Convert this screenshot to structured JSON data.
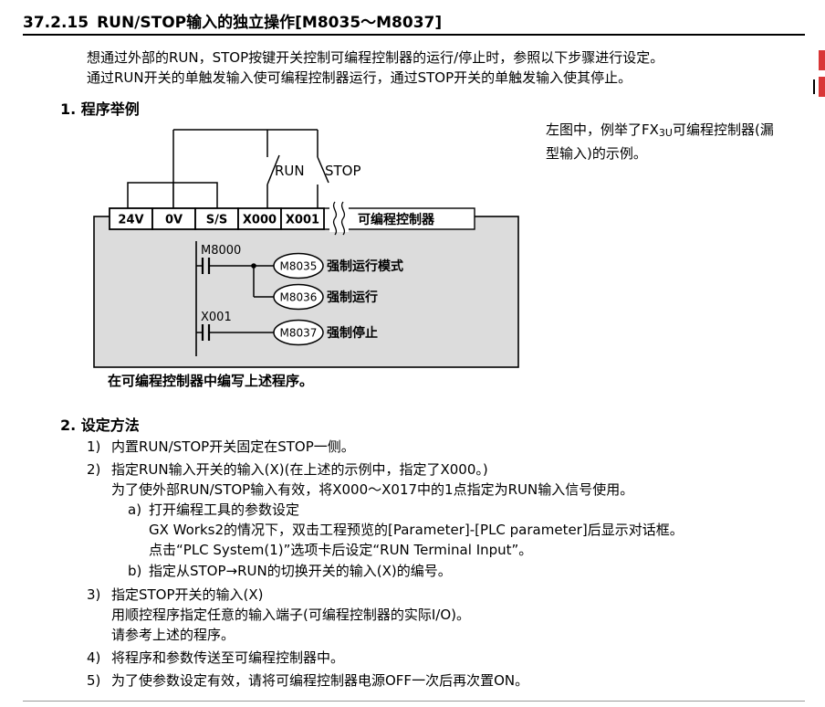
{
  "doc": {
    "section_no": "37.2.15",
    "section_title": "RUN/STOP输入的独立操作[M8035～M8037]",
    "intro": {
      "line1": "想通过外部的RUN，STOP按键开关控制可编程控制器的运行/停止时，参照以下步骤进行设定。",
      "line2": "通过RUN开关的单触发输入使可编程控制器运行，通过STOP开关的单触发输入使其停止。"
    }
  },
  "example": {
    "heading": "1. 程序举例",
    "note_pre": "左图中，例举了FX",
    "note_sub": "3U",
    "note_post": "可编程控制器(漏",
    "note_line2": "型输入)的示例。",
    "caption": "在可编程控制器中编写上述程序。"
  },
  "diagram": {
    "run_label": "RUN",
    "stop_label": "STOP",
    "terminals": [
      "24V",
      "0V",
      "S/S",
      "X000",
      "X001"
    ],
    "plc_label": "可编程控制器",
    "ladder": {
      "rows": [
        {
          "contact": "M8000",
          "coil": "M8035",
          "desc": "强制运行模式"
        },
        {
          "coil": "M8036",
          "desc": "强制运行"
        },
        {
          "contact": "X001",
          "coil": "M8037",
          "desc": "强制停止"
        }
      ]
    }
  },
  "settings": {
    "heading": "2. 设定方法",
    "items": [
      {
        "no": "1)",
        "lines": [
          "内置RUN/STOP开关固定在STOP一侧。"
        ]
      },
      {
        "no": "2)",
        "lines": [
          "指定RUN输入开关的输入(X)(在上述的示例中，指定了X000。)",
          "为了使外部RUN/STOP输入有效，将X000～X017中的1点指定为RUN输入信号使用。"
        ],
        "subs": [
          {
            "no": "a)",
            "lines": [
              "打开编程工具的参数设定",
              "GX Works2的情况下，双击工程预览的[Parameter]-[PLC parameter]后显示对话框。",
              "点击“PLC System(1)”选项卡后设定“RUN Terminal Input”。"
            ]
          },
          {
            "no": "b)",
            "lines": [
              "指定从STOP→RUN的切换开关的输入(X)的编号。"
            ]
          }
        ]
      },
      {
        "no": "3)",
        "lines": [
          "指定STOP开关的输入(X)",
          "用顺控程序指定任意的输入端子(可编程控制器的实际I/O)。",
          "请参考上述的程序。"
        ]
      },
      {
        "no": "4)",
        "lines": [
          "将程序和参数传送至可编程控制器中。"
        ]
      },
      {
        "no": "5)",
        "lines": [
          "为了使参数设定有效，请将可编程控制器电源OFF一次后再次置ON。"
        ]
      }
    ]
  },
  "colors": {
    "edge_marker_red": "#d93636",
    "plc_body_gray": "#dcdcdc"
  }
}
